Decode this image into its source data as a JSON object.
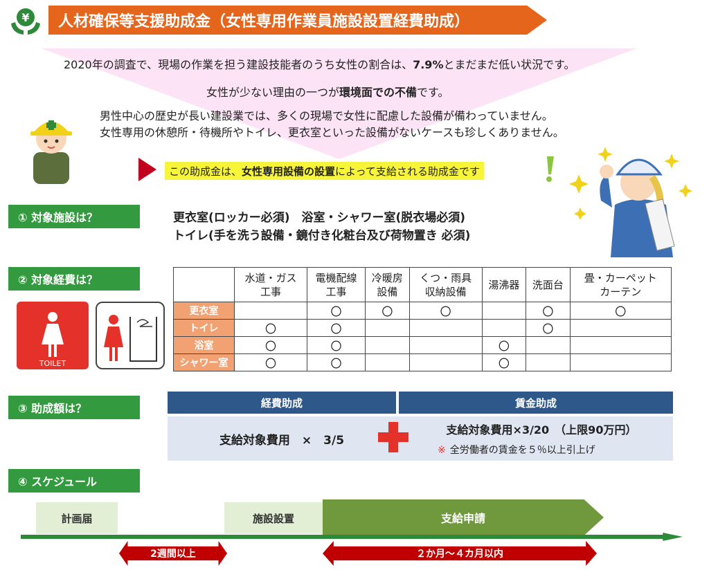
{
  "title": "人材確保等支援助成金（女性専用作業員施設設置経費助成）",
  "intro": {
    "line1_pre": "2020年の調査で、現場の作業を担う建設技能者のうち女性の割合は、",
    "line1_bold": "7.9%",
    "line1_post": "とまだまだ低い状況です。",
    "line2_pre": "女性が少ない理由の一つが",
    "line2_bold": "環境面での不備",
    "line2_post": "です。",
    "line3": "男性中心の歴史が長い建設業では、多くの現場で女性に配慮した設備が備わっていません。",
    "line4": "女性専用の休憩所・待機所やトイレ、更衣室といった設備がないケースも珍しくありません。",
    "highlight_pre": "この助成金は、",
    "highlight_bold": "女性専用設備の設置",
    "highlight_post": "によって支給される助成金です"
  },
  "sections": {
    "s1": "① 対象施設は？",
    "s2": "② 対象経費は？",
    "s3": "③ 助成額は？",
    "s4": "④ スケジュール"
  },
  "facilities": {
    "line1": "更衣室(ロッカー必須)　浴室・シャワー室(脱衣場必須)",
    "line2": "トイレ(手を洗う設備・鏡付き化粧台及び荷物置き 必須)"
  },
  "cost_table": {
    "col_water_1": "水道・ガス",
    "col_water_2": "工事",
    "col_elec_1": "電機配線",
    "col_elec_2": "工事",
    "col_hvac_1": "冷暖房",
    "col_hvac_2": "設備",
    "col_shoe_1": "くつ・雨具",
    "col_shoe_2": "収納設備",
    "col_heater": "湯沸器",
    "col_sink": "洗面台",
    "col_tatami_1": "畳・カーペット",
    "col_tatami_2": "カーテン",
    "row1": "更衣室",
    "row2": "トイレ",
    "row3": "浴室",
    "row4": "シャワー室",
    "mark": "〇"
  },
  "toilet_label": "TOILET",
  "amount": {
    "left_header": "経費助成",
    "right_header": "賃金助成",
    "left_value": "支給対象費用　×　3/5",
    "right_value": "支給対象費用×3/20　（上限90万円）",
    "note_mark": "※",
    "note_text": "全労働者の賃金を５％以上引上げ"
  },
  "schedule": {
    "plan": "計画届",
    "install": "施設設置",
    "apply": "支給申請",
    "gap1": "2週間以上",
    "gap2": "２か月～４カ月以内"
  },
  "colors": {
    "title_orange": "#e5651c",
    "section_green": "#339a3f",
    "table_row_header": "#f2a272",
    "amount_header_navy": "#2e5889",
    "plus_red": "#e4322a",
    "arrow_red": "#c00000",
    "apply_green": "#70993d"
  }
}
